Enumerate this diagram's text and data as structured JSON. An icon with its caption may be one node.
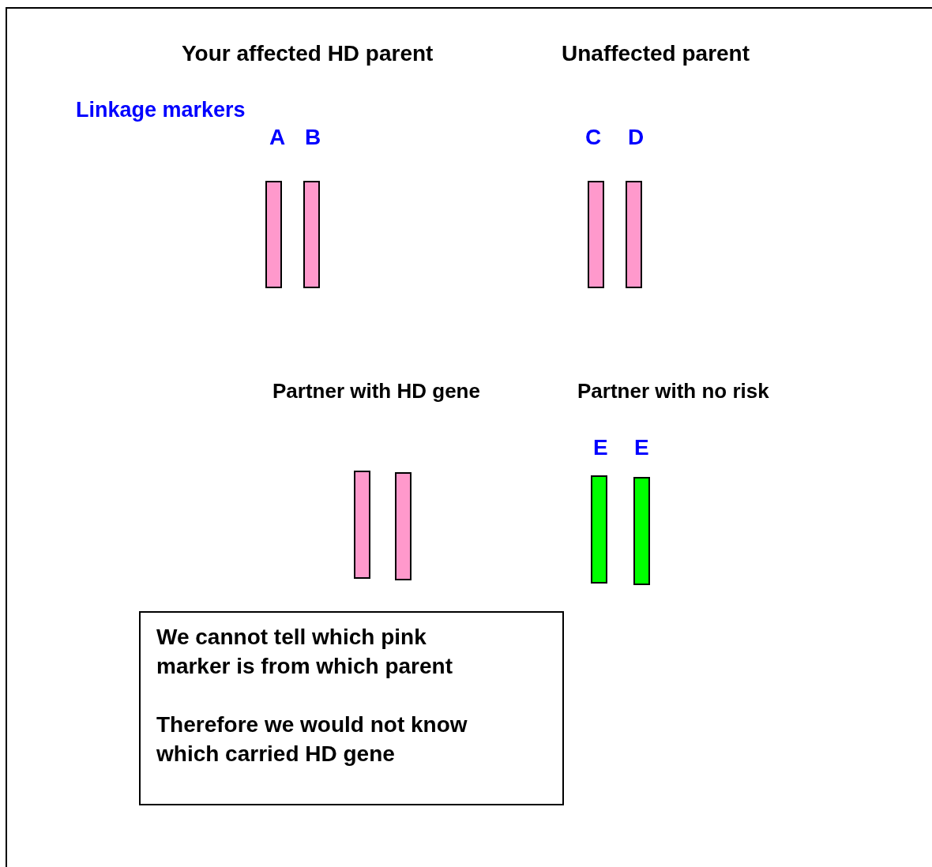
{
  "diagram": {
    "nodes": [
      {
        "text": [],
        "shape": "bar"
      },
      {
        "text": [],
        "shape": "bar"
      },
      {
        "text": [],
        "shape": "bar"
      },
      {
        "text": [],
        "shape": "bar"
      },
      {
        "text": [],
        "shape": "bar"
      },
      {
        "text": [],
        "shape": "bar"
      },
      {
        "text": [],
        "shape": "bar"
      },
      {
        "text": [],
        "shape": "bar"
      },
      {
        "text": [
          "We cannot tell which pink marker is from which parent",
          "Therefore we would not know which carried HD gene"
        ]
      }
    ],
    "labels": [
      "Your affected HD parent",
      "Unaffected parent",
      "Linkage markers",
      "A",
      "B",
      "C",
      "D",
      "Partner with HD gene",
      "Partner with no risk",
      "E",
      "E"
    ]
  }
}
